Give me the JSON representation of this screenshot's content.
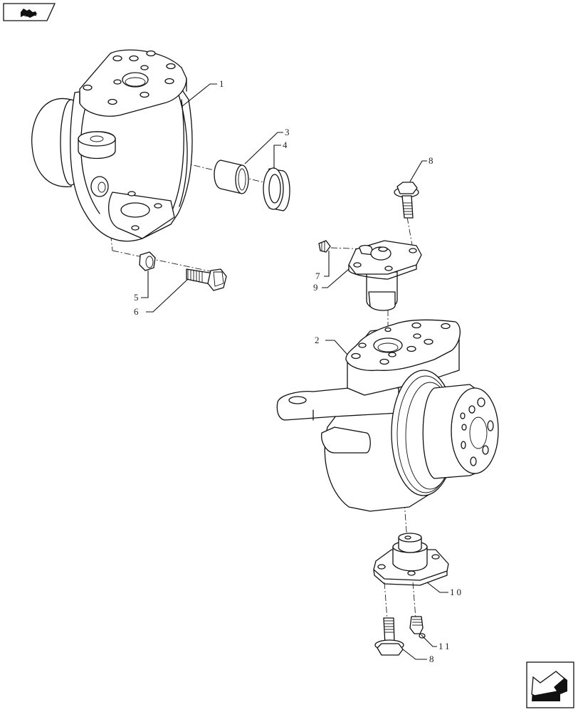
{
  "diagram": {
    "type": "exploded-parts-view",
    "subject": "steering knuckle / swivel housing assembly"
  },
  "navigation": {
    "back_button": {
      "icon": "book-return-icon"
    },
    "next_button": {
      "icon": "arrow-return-icon"
    }
  },
  "callouts": [
    {
      "id": "c1",
      "label": "1"
    },
    {
      "id": "c2",
      "label": "2"
    },
    {
      "id": "c3",
      "label": "3"
    },
    {
      "id": "c4",
      "label": "4"
    },
    {
      "id": "c5",
      "label": "5"
    },
    {
      "id": "c6",
      "label": "6"
    },
    {
      "id": "c7",
      "label": "7"
    },
    {
      "id": "c8a",
      "label": "8"
    },
    {
      "id": "c9",
      "label": "9"
    },
    {
      "id": "c10",
      "label": "10"
    },
    {
      "id": "c11",
      "label": "11"
    },
    {
      "id": "c8b",
      "label": "8"
    }
  ],
  "colors": {
    "line": "#111111",
    "background": "#ffffff"
  }
}
